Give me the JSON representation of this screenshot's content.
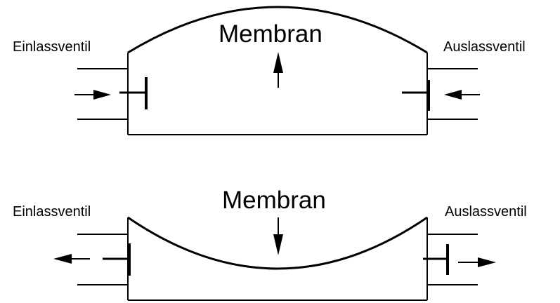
{
  "top_panel": {
    "inlet_label": "Einlassventil",
    "membrane_label": "Membran",
    "outlet_label": "Auslassventil",
    "membrane_direction": "up",
    "inlet_valve_state": "open",
    "outlet_valve_state": "closed"
  },
  "bottom_panel": {
    "inlet_label": "Einlassventil",
    "membrane_label": "Membran",
    "outlet_label": "Auslassventil",
    "membrane_direction": "down",
    "inlet_valve_state": "closed",
    "outlet_valve_state": "open"
  },
  "colors": {
    "stroke": "#000000",
    "background": "#ffffff"
  }
}
